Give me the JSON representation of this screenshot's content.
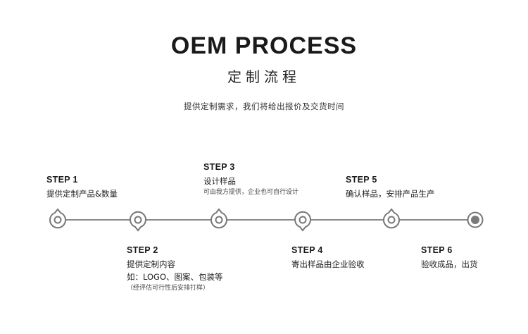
{
  "header": {
    "title": "OEM PROCESS",
    "subtitle": "定制流程",
    "description": "提供定制需求，我们将给出报价及交货时间"
  },
  "steps": [
    {
      "label": "STEP 1",
      "text": "提供定制产品&数量"
    },
    {
      "label": "STEP 2",
      "text": "提供定制内容",
      "text2": "如：LOGO、图案、包装等",
      "sub": "（经评估可行性后安排打样）"
    },
    {
      "label": "STEP 3",
      "text": "设计样品",
      "sub": "可由我方提供，企业也可自行设计"
    },
    {
      "label": "STEP 4",
      "text": "寄出样品由企业验收"
    },
    {
      "label": "STEP 5",
      "text": "确认样品，安排产品生产"
    },
    {
      "label": "STEP 6",
      "text": "验收成品，出货"
    }
  ],
  "colors": {
    "line": "#8a8a8a",
    "node": "#777777",
    "final_node_fill": "#7a7a7a"
  },
  "icons": {
    "node": "timeline-node-icon",
    "final_node": "timeline-final-node-icon"
  }
}
